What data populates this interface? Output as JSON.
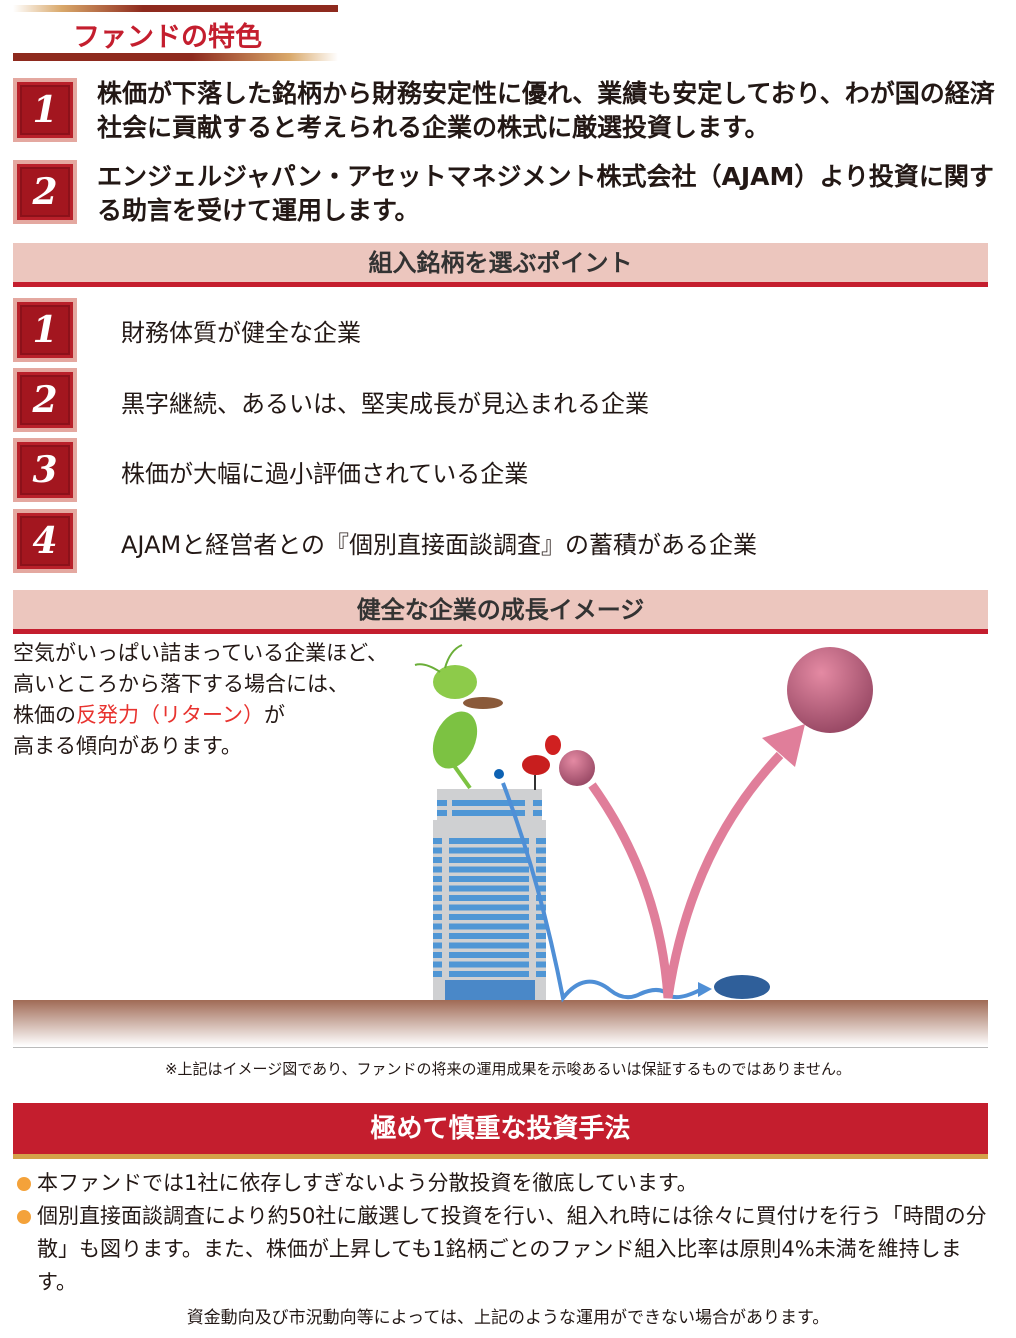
{
  "title": "ファンドの特色",
  "features": [
    {
      "num": "1",
      "text": "株価が下落した銘柄から財務安定性に優れ、業績も安定しており、わが国の経済社会に貢献すると考えられる企業の株式に厳選投資します。"
    },
    {
      "num": "2",
      "text": "エンジェルジャパン・アセットマネジメント株式会社（AJAM）より投資に関する助言を受けて運用します。"
    }
  ],
  "points_header": "組入銘柄を選ぶポイント",
  "points": [
    {
      "num": "1",
      "text": "財務体質が健全な企業"
    },
    {
      "num": "2",
      "text": "黒字継続、あるいは、堅実成長が見込まれる企業"
    },
    {
      "num": "3",
      "text": "株価が大幅に過小評価されている企業"
    },
    {
      "num": "4",
      "text": "AJAMと経営者との『個別直接面談調査』の蓄積がある企業"
    }
  ],
  "growth_header": "健全な企業の成長イメージ",
  "growth_desc": {
    "line1": "空気がいっぱい詰まっている企業ほど、",
    "line2": "高いところから落下する場合には、",
    "line3_pre": "株価の",
    "line3_red": "反発力（リターン）",
    "line3_post": "が",
    "line4": "高まる傾向があります。"
  },
  "disclaimer": "※上記はイメージ図であり、ファンドの将来の運用成果を示唆あるいは保証するものではありません。",
  "method_header": "極めて慎重な投資手法",
  "bullets": [
    "本ファンドでは1社に依存しすぎないよう分散投資を徹底しています。",
    "個別直接面談調査により約50社に厳選して投資を行い、組入れ時には徐々に買付けを行う「時間の分散」も図ります。また、株価が上昇しても1銘柄ごとのファンド組入比率は原則4%未満を維持します。"
  ],
  "footnote": "資金動向及び市況動向等によっては、上記のような運用ができない場合があります。",
  "colors": {
    "accent": "#c41e2e",
    "pink_band": "#ecc6be",
    "bullet": "#f4a23a"
  }
}
